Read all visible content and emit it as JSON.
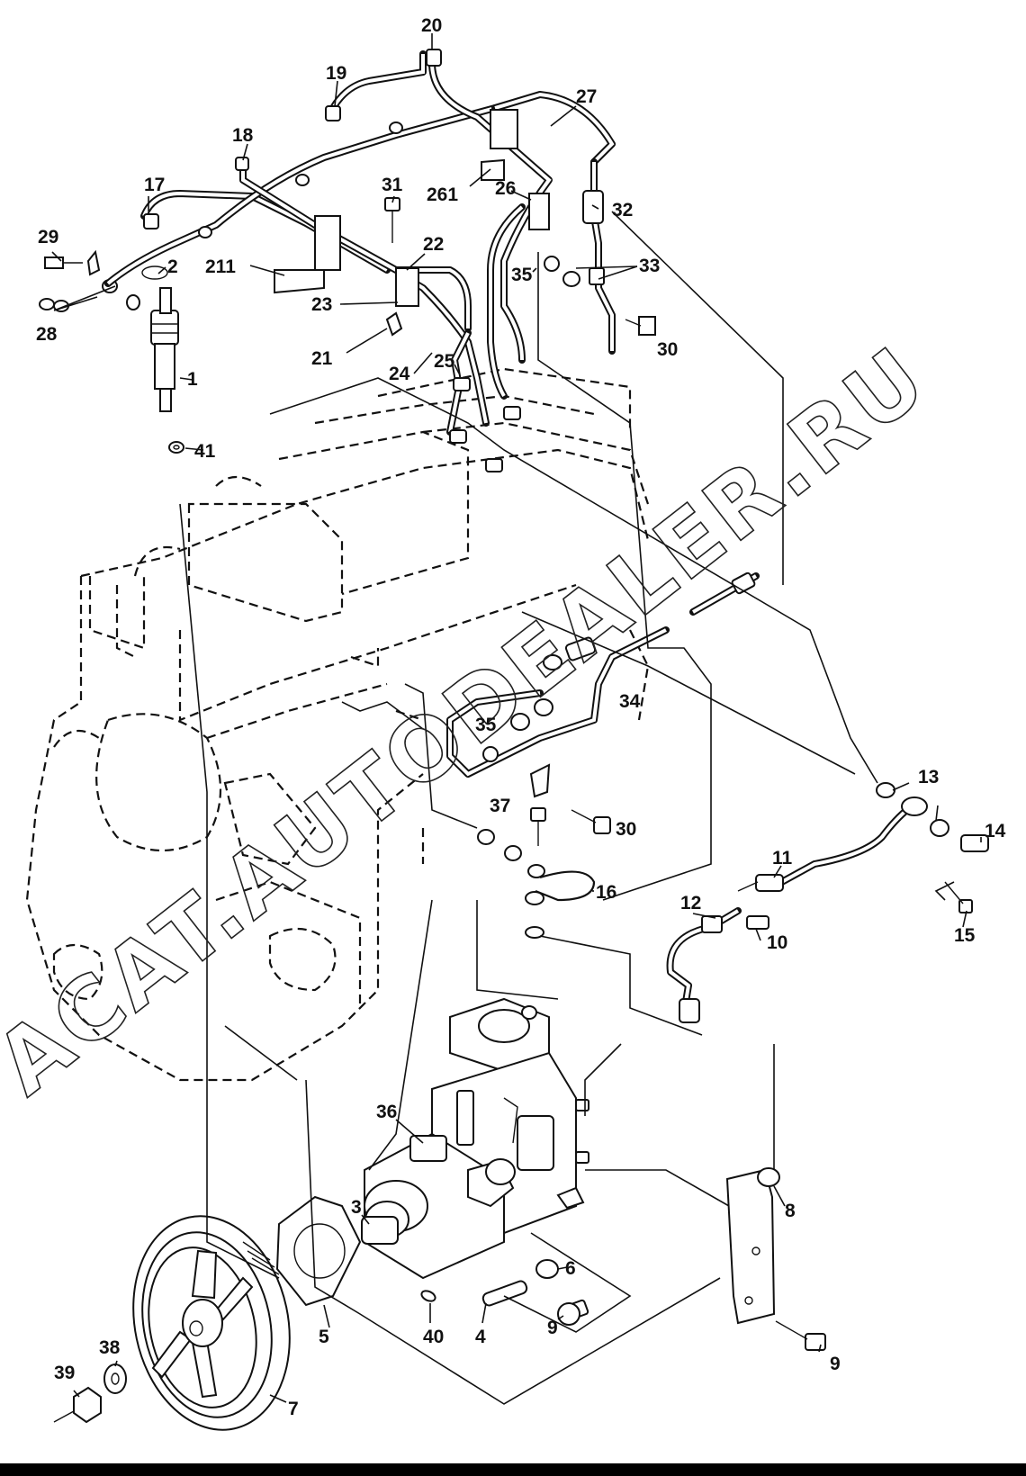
{
  "callouts": {
    "c20": "20",
    "c19": "19",
    "c27": "27",
    "c18": "18",
    "c31": "31",
    "c261": "261",
    "c26": "26",
    "c32": "32",
    "c17": "17",
    "c29": "29",
    "c2": "2",
    "c211": "211",
    "c22": "22",
    "c35a": "35",
    "c33": "33",
    "c23": "23",
    "c28": "28",
    "c30a": "30",
    "c21": "21",
    "c24": "24",
    "c25": "25",
    "c1": "1",
    "c41": "41",
    "c34": "34",
    "c35b": "35",
    "c13": "13",
    "c37": "37",
    "c30b": "30",
    "c14": "14",
    "c11": "11",
    "c16": "16",
    "c12": "12",
    "c10": "10",
    "c15": "15",
    "c36": "36",
    "c3": "3",
    "c8": "8",
    "c6": "6",
    "c38": "38",
    "c5": "5",
    "c40": "40",
    "c4": "4",
    "c9a": "9",
    "c9b": "9",
    "c39": "39",
    "c7": "7"
  },
  "watermark": {
    "line1": "ACAT.AUTODEALER.RU"
  }
}
